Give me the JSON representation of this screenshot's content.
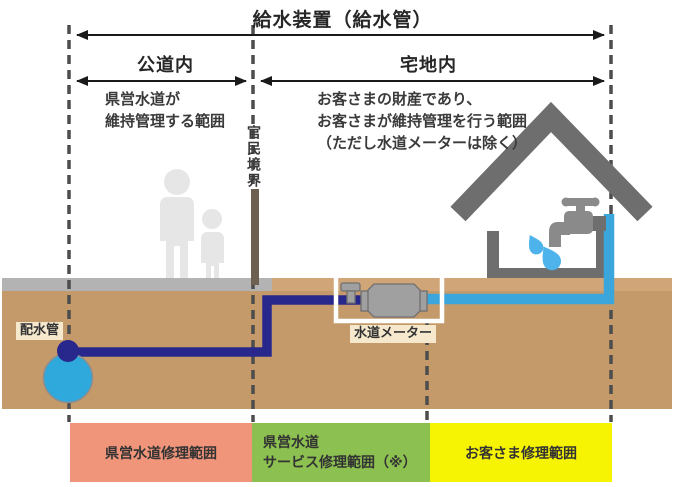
{
  "title": "給水装置（給水管）",
  "zones": {
    "public_road": "公道内",
    "private_land": "宅地内"
  },
  "notes": {
    "left": [
      "県営水道が",
      "維持管理する範囲"
    ],
    "right": [
      "お客さまの財産であり、",
      "お客さまが維持管理を行う範囲",
      "（ただし水道メーターは除く）"
    ]
  },
  "boundary_marker": "官民境界",
  "labels": {
    "distribution_pipe": "配水管",
    "water_meter": "水道メーター"
  },
  "bands": [
    {
      "label": "県営水道修理範囲",
      "color": "#f0947a"
    },
    {
      "lines": [
        "県営水道",
        "サービス修理範囲（※）"
      ],
      "color": "#8cc050"
    },
    {
      "label": "お客さま修理範囲",
      "color": "#f6f402"
    }
  ],
  "colors": {
    "distribution_pipe_navy": "#28288c",
    "supply_pipe_blue": "#3aa6dc",
    "water_main_blue": "#2fa8dc",
    "ground_tan": "#c49a6b",
    "sidewalk_gray": "#b3b3b3",
    "house_gray": "#6e6e6e",
    "people_gray": "#e6e6e6",
    "label_bg_beige": "#f5e8cd",
    "dashed_line": "#4d4d4d"
  }
}
